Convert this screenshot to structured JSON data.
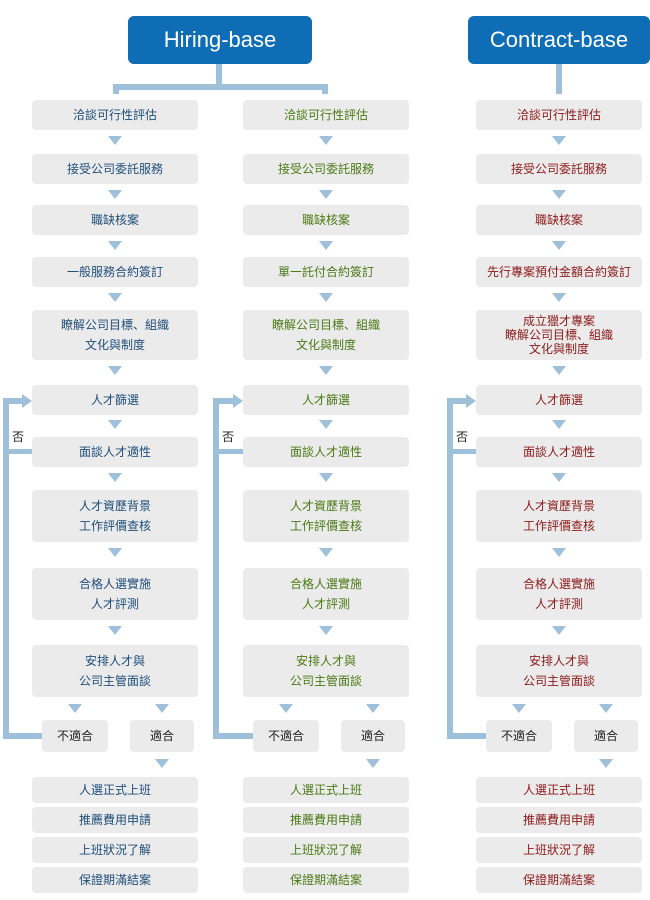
{
  "headers": {
    "hiring": "Hiring-base",
    "contract": "Contract-base"
  },
  "colors": {
    "header_bg": "#0f6db5",
    "connector": "#9fc0da",
    "box_bg": "#ebebeb",
    "col1_text": "#1f4e79",
    "col2_text": "#4a7a14",
    "col3_text": "#8b1a1a"
  },
  "columns": [
    {
      "id": "col1",
      "steps": [
        "洽談可行性評估",
        "接受公司委託服務",
        "職缺核案",
        "一般服務合約簽訂",
        [
          "瞭解公司目標、組織",
          "文化與制度"
        ]
      ],
      "loop": {
        "screen": "人才篩選",
        "interview": "面談人才適性",
        "check": [
          "人才資歷背景",
          "工作評價查核"
        ],
        "assess": [
          "合格人選實施",
          "人才評測"
        ],
        "meet": [
          "安排人才與",
          "公司主管面談"
        ],
        "no_label": "否",
        "unfit": "不適合",
        "fit": "適合"
      },
      "final": [
        "人選正式上班",
        "推薦費用申請",
        "上班狀況了解",
        "保證期滿結案"
      ]
    },
    {
      "id": "col2",
      "steps": [
        "洽談可行性評估",
        "接受公司委託服務",
        "職缺核案",
        "單一託付合約簽訂",
        [
          "瞭解公司目標、組織",
          "文化與制度"
        ]
      ],
      "loop": {
        "screen": "人才篩選",
        "interview": "面談人才適性",
        "check": [
          "人才資歷背景",
          "工作評價查核"
        ],
        "assess": [
          "合格人選實施",
          "人才評測"
        ],
        "meet": [
          "安排人才與",
          "公司主管面談"
        ],
        "no_label": "否",
        "unfit": "不適合",
        "fit": "適合"
      },
      "final": [
        "人選正式上班",
        "推薦費用申請",
        "上班狀況了解",
        "保證期滿結案"
      ]
    },
    {
      "id": "col3",
      "steps": [
        "洽談可行性評估",
        "接受公司委託服務",
        "職缺核案",
        "先行專案預付金額合約簽訂",
        [
          "成立獵才專案",
          "瞭解公司目標、組織",
          "文化與制度"
        ]
      ],
      "loop": {
        "screen": "人才篩選",
        "interview": "面談人才適性",
        "check": [
          "人才資歷背景",
          "工作評價查核"
        ],
        "assess": [
          "合格人選實施",
          "人才評測"
        ],
        "meet": [
          "安排人才與",
          "公司主管面談"
        ],
        "no_label": "否",
        "unfit": "不適合",
        "fit": "適合"
      },
      "final": [
        "人選正式上班",
        "推薦費用申請",
        "上班狀況了解",
        "保證期滿結案"
      ]
    }
  ]
}
